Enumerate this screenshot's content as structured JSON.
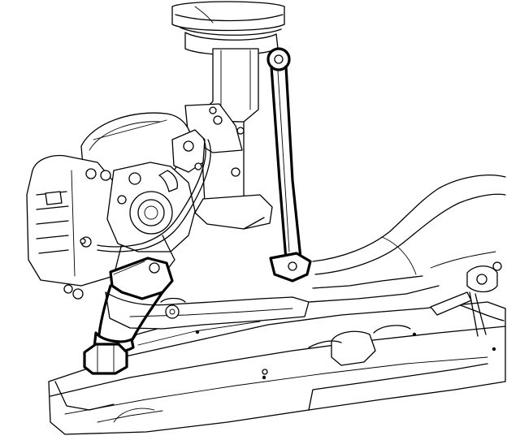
{
  "diagram": {
    "background": "#ffffff",
    "line_color": "#000000",
    "components": [
      "coil-spring",
      "strut",
      "stabilizer-link",
      "brake-caliper",
      "brake-rotor",
      "steering-knuckle",
      "lower-control-arm",
      "ball-joint",
      "crossmember",
      "stabilizer-bar",
      "brake-hose"
    ],
    "highlighted_components": [
      "stabilizer-link",
      "ball-joint"
    ]
  }
}
